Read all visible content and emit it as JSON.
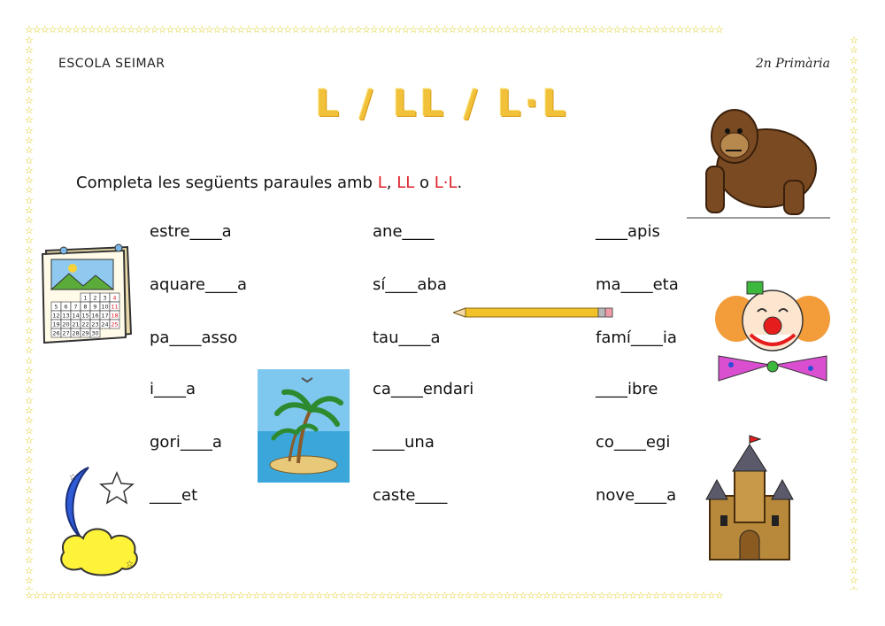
{
  "header": {
    "school": "ESCOLA SEIMAR",
    "grade": "2n Primària",
    "title": "L / LL / L·L"
  },
  "instruction": {
    "prefix": "Completa les següents paraules amb ",
    "opt1": "L",
    "sep1": ", ",
    "opt2": "LL",
    "sep2": " o ",
    "opt3": "L·L",
    "suffix": "."
  },
  "columns": [
    {
      "words": [
        "estre____a",
        "aquare____a",
        "pa____asso",
        "i____a",
        "gori____a",
        "____et"
      ]
    },
    {
      "words": [
        "ane____",
        "sí____aba",
        "tau____a",
        "ca____endari",
        "____una",
        "caste____"
      ]
    },
    {
      "words": [
        "____apis",
        "ma____eta",
        "famí____ia",
        "____ibre",
        "co____egi",
        "nove____a"
      ]
    }
  ],
  "calendar_numbers": [
    "1",
    "2",
    "3",
    "4",
    "5",
    "6",
    "7",
    "8",
    "9",
    "10",
    "11",
    "12",
    "13",
    "14",
    "15",
    "16",
    "17",
    "18",
    "19",
    "20",
    "21",
    "22",
    "23",
    "24",
    "25",
    "26",
    "27",
    "28",
    "29",
    "30"
  ],
  "colors": {
    "title": "#f2c13a",
    "accent_red": "#e0202a",
    "star_border": "#d9c400"
  },
  "images": [
    "calendar",
    "island",
    "moon-and-cloud",
    "gorilla",
    "clown",
    "castle",
    "pencil"
  ]
}
